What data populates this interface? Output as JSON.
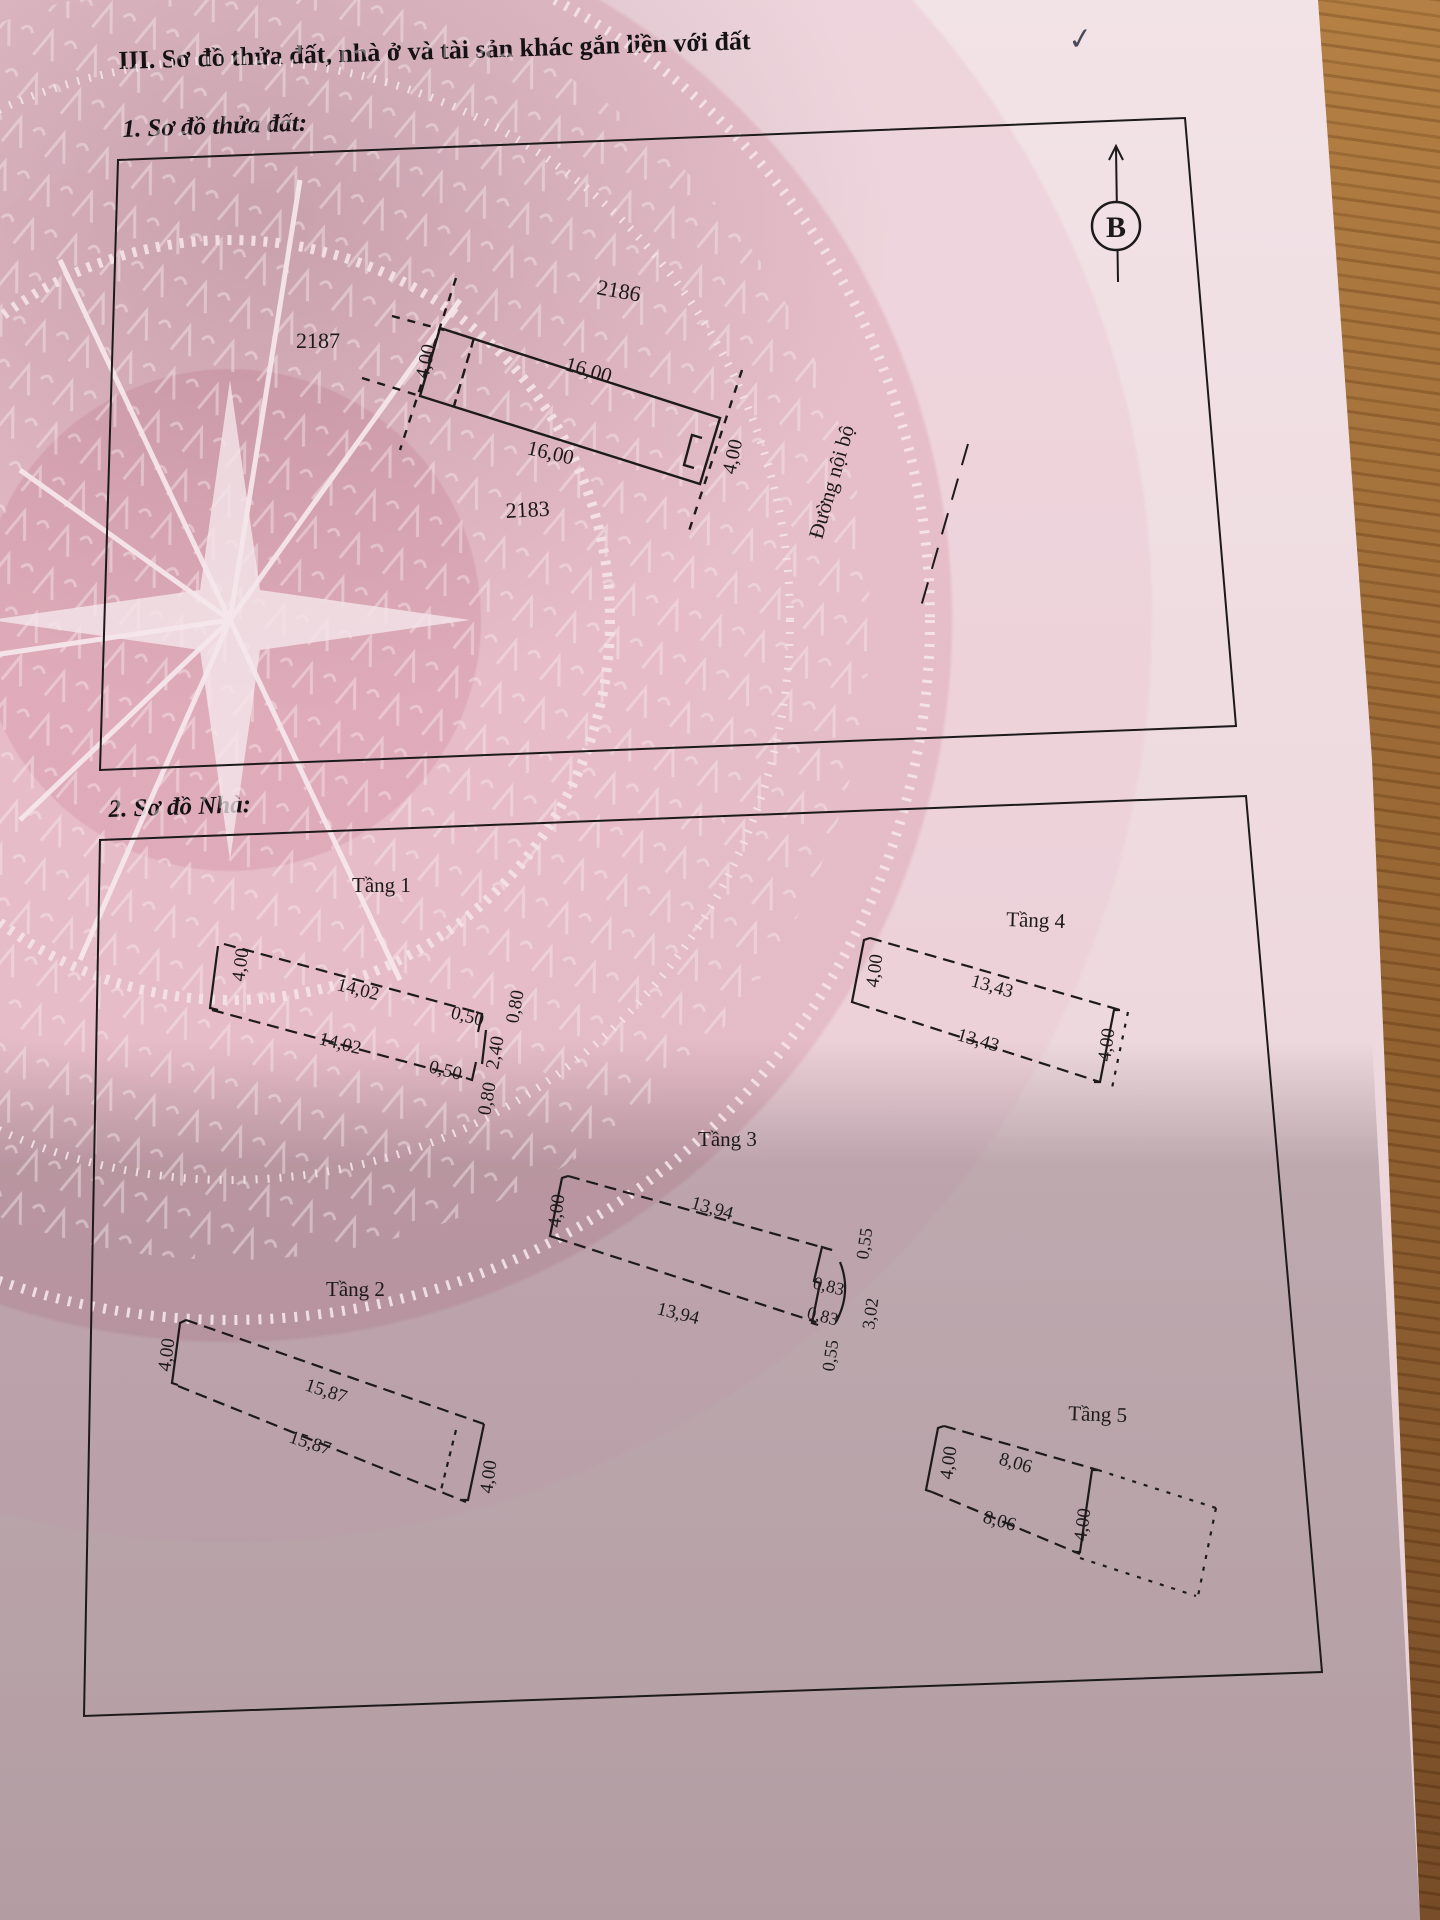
{
  "document": {
    "section_title": "III. Sơ đồ thửa đất, nhà ở và tài sản khác gắn liền với đất",
    "check_mark": "✓"
  },
  "land_plot_diagram": {
    "heading": "1. Sơ đồ thửa đất:",
    "north_symbol": "B",
    "neighbor_parcels": [
      "2186",
      "2187",
      "2183"
    ],
    "road_label": "Đường nội bộ",
    "dimensions": {
      "top_length": "16,00",
      "bottom_length": "16,00",
      "left_width": "4,00",
      "right_width": "4,00"
    }
  },
  "house_diagram": {
    "heading": "2. Sơ đồ Nhà:",
    "floors": [
      {
        "name": "Tầng 1",
        "dims": [
          "4,00",
          "14,02",
          "0,50",
          "0,80",
          "14,02",
          "2,40",
          "0,50",
          "0,80"
        ]
      },
      {
        "name": "Tầng 2",
        "dims": [
          "4,00",
          "15,87",
          "15,87",
          "4,00"
        ]
      },
      {
        "name": "Tầng 3",
        "dims": [
          "4,00",
          "13,94",
          "0,55",
          "0,83",
          "13,94",
          "0,83",
          "3,02",
          "0,55"
        ]
      },
      {
        "name": "Tầng 4",
        "dims": [
          "4,00",
          "13,43",
          "13,43",
          "4,00"
        ]
      },
      {
        "name": "Tầng 5",
        "dims": [
          "4,00",
          "8,06",
          "8,06",
          "4,00"
        ]
      }
    ]
  },
  "colors": {
    "paper": "#eed9de",
    "pattern": "#d696a8",
    "ink": "#1d1a1c",
    "wood": "#8a5a2c"
  }
}
